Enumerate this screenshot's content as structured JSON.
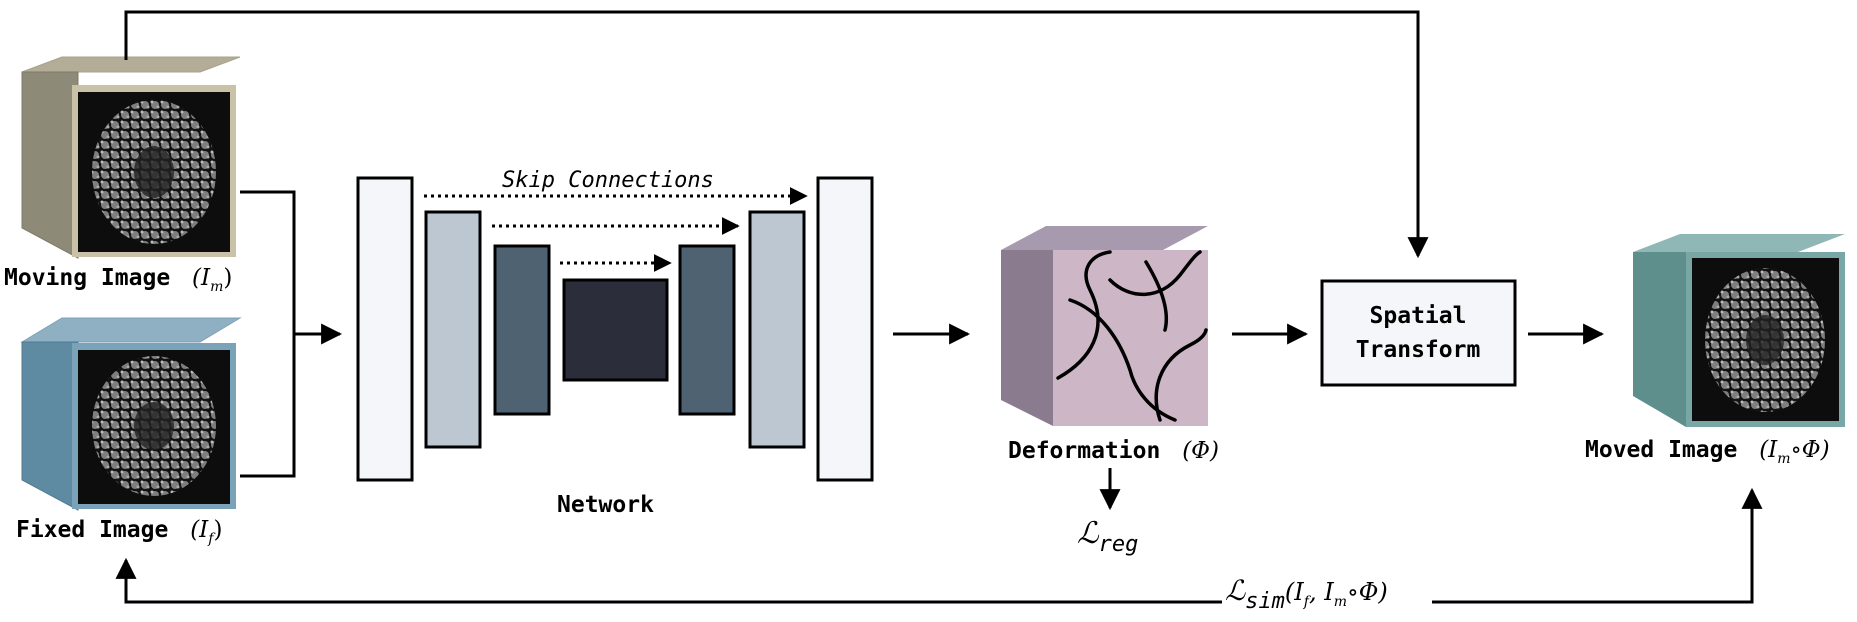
{
  "labels": {
    "moving_image": "Moving Image",
    "moving_image_symbol": "(I",
    "moving_image_sub": "m",
    "moving_image_close": ")",
    "fixed_image": "Fixed Image",
    "fixed_image_symbol": "(I",
    "fixed_image_sub": "f",
    "fixed_image_close": ")",
    "skip_connections": "Skip Connections",
    "network": "Network",
    "deformation": "Deformation",
    "deformation_symbol": "(Φ)",
    "spatial_transform_line1": "Spatial",
    "spatial_transform_line2": "Transform",
    "moved_image": "Moved Image",
    "moved_image_symbol": "(I",
    "moved_image_sub": "m",
    "moved_image_op": "∘Φ)",
    "loss_reg_symbol": "ℒ",
    "loss_reg_sub": "reg",
    "loss_sim_symbol": "ℒ",
    "loss_sim_sub": "sim",
    "loss_sim_args_open": "(I",
    "loss_sim_args_f": "f",
    "loss_sim_args_mid": ", I",
    "loss_sim_args_m": "m",
    "loss_sim_args_close": "∘Φ)"
  },
  "colors": {
    "moving_cube_front": "#c9c2a6",
    "moving_cube_top": "#b3ad97",
    "moving_cube_side": "#8e8a78",
    "fixed_cube_front": "#7aa2b8",
    "fixed_cube_top": "#8fb0c2",
    "fixed_cube_side": "#5e8aa2",
    "moved_cube_front": "#78a7a5",
    "moved_cube_top": "#8fb7b5",
    "moved_cube_side": "#5f8f8d",
    "deform_front": "#cdb6c6",
    "deform_top": "#a89aae",
    "deform_side": "#8a7c8e",
    "net_outer": "#f4f6f9",
    "net_level2": "#bcc7d2",
    "net_level3": "#4f6272",
    "net_bottleneck": "#2b2e3a",
    "stroke": "#000000"
  }
}
